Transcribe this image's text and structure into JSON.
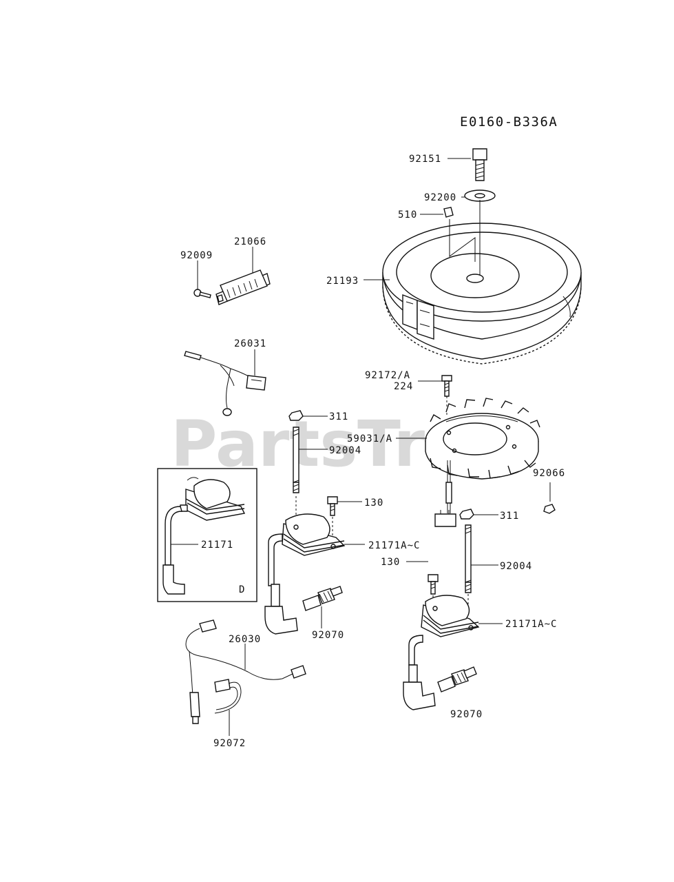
{
  "diagram_code": "E0160-B336A",
  "watermark": "PartsTree",
  "inset_letter": "D",
  "labels": {
    "p92151": "92151",
    "p92200": "92200",
    "p510": "510",
    "p21193": "21193",
    "p21066": "21066",
    "p92009": "92009",
    "p26031": "26031",
    "p92172_a": "92172/A",
    "p224": "224",
    "p311_a": "311",
    "p59031_a": "59031/A",
    "p92004_a": "92004",
    "p92066": "92066",
    "p130_a": "130",
    "p311_b": "311",
    "p21171": "21171",
    "p21171a_c_a": "21171A~C",
    "p130_b": "130",
    "p92004_b": "92004",
    "p92070_a": "92070",
    "p26030": "26030",
    "p21171a_c_b": "21171A~C",
    "p92070_b": "92070",
    "p92072": "92072"
  }
}
